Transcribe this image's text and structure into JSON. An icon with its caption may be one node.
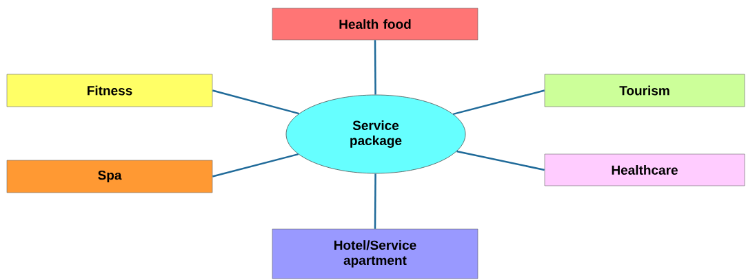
{
  "diagram": {
    "nodes": [
      {
        "text": [
          "Health food"
        ]
      },
      {
        "text": [
          "Fitness"
        ]
      },
      {
        "text": [
          "Tourism"
        ]
      },
      {
        "text": [
          "Service package"
        ]
      },
      {
        "text": [
          "Spa"
        ]
      },
      {
        "text": [
          "Healthcare"
        ]
      },
      {
        "text": [
          "Hotel/Service apartment"
        ]
      }
    ],
    "edges": [
      {
        "from": 3,
        "to": 0,
        "arrow": "none"
      },
      {
        "from": 3,
        "to": 1,
        "arrow": "none"
      },
      {
        "from": 3,
        "to": 2,
        "arrow": "none"
      },
      {
        "from": 3,
        "to": 4,
        "arrow": "none"
      },
      {
        "from": 3,
        "to": 5,
        "arrow": "none"
      },
      {
        "from": 3,
        "to": 6,
        "arrow": "none"
      }
    ]
  }
}
